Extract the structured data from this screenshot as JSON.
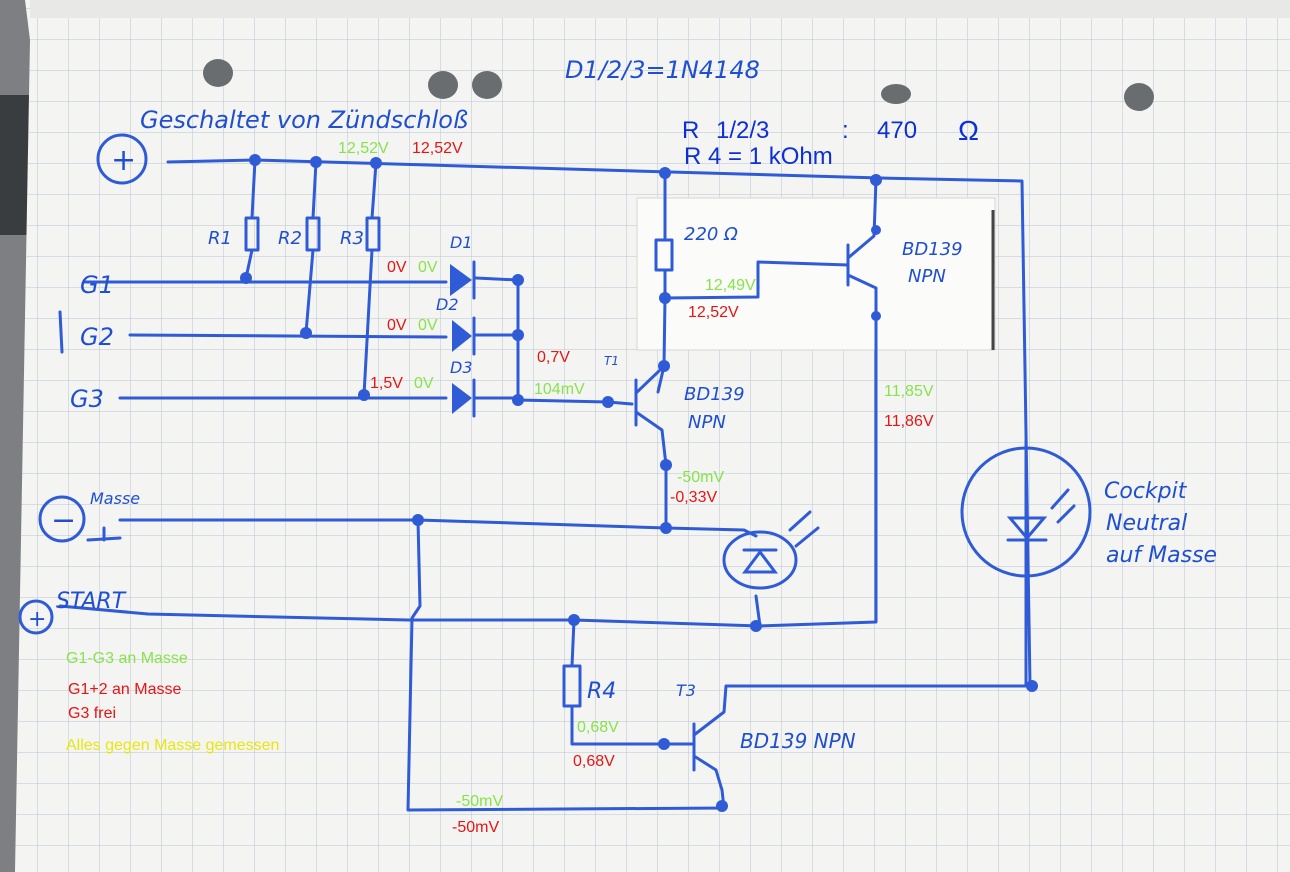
{
  "header": {
    "diodes": "D1/2/3=1N4148",
    "switched": "Geschaltet von Zündschloß"
  },
  "resistors": {
    "r123_prefix": "R",
    "r123_ids": "1/2/3",
    "r123_colon": ":",
    "r123_value": "470",
    "r123_unit": "Ω",
    "r4": "R 4 = 1 kOhm",
    "r1": "R1",
    "r2": "R2",
    "r3": "R3",
    "r220": "220 Ω",
    "r4_short": "R4"
  },
  "labels": {
    "plus": "+",
    "minus": "−",
    "masse": "Masse",
    "start": "START",
    "start_plus": "+",
    "g1": "G1",
    "g2": "G2",
    "g3": "G3",
    "d1": "D1",
    "d2": "D2",
    "d3": "D3",
    "t1": "T1",
    "t3": "T3",
    "bd139_top": "BD139",
    "npn_top": "NPN",
    "bd139_mid": "BD139",
    "npn_mid": "NPN",
    "bd139_low": "BD139 NPN",
    "cockpit1": "Cockpit",
    "cockpit2": "Neutral",
    "cockpit3": "auf Masse"
  },
  "measurements": {
    "supply_green": "12,52V",
    "supply_red": "12,52V",
    "d1_red": "0V",
    "d1_green": "0V",
    "d2_red": "0V",
    "d2_green": "0V",
    "d3_red": "1,5V",
    "d3_green": "0V",
    "base_red": "0,7V",
    "base_green": "104mV",
    "r220_green": "12,49V",
    "r220_red": "12,52V",
    "collector_green": "11,85V",
    "collector_red": "11,86V",
    "emitter_green": "-50mV",
    "emitter_red": "-0,33V",
    "t3_base_green": "0,68V",
    "t3_base_red": "0,68V",
    "t3_emitter_green": "-50mV",
    "t3_emitter_red": "-50mV"
  },
  "legend": {
    "green": "G1-G3 an Masse",
    "red1": "G1+2 an Masse",
    "red2": "G3 frei",
    "yellow": "Alles gegen Masse gemessen"
  },
  "colors": {
    "ink": "#2f5bd6",
    "green": "#86e34a",
    "red": "#e81414",
    "yellow": "#e8e610",
    "blue": "#0c2fd6"
  }
}
